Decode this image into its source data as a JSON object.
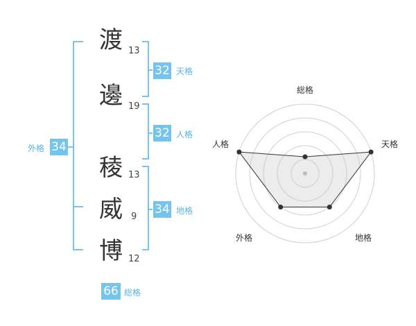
{
  "characters": [
    {
      "char": "渡",
      "strokes": "13"
    },
    {
      "char": "邊",
      "strokes": "19"
    },
    {
      "char": "稜",
      "strokes": "13"
    },
    {
      "char": "威",
      "strokes": "9"
    },
    {
      "char": "博",
      "strokes": "12"
    }
  ],
  "kakusu": {
    "tenkaku": {
      "value": "32",
      "label": "天格"
    },
    "jinkaku": {
      "value": "32",
      "label": "人格"
    },
    "chikaku": {
      "value": "34",
      "label": "地格"
    },
    "gaikaku": {
      "value": "34",
      "label": "外格"
    },
    "soukaku": {
      "value": "66",
      "label": "総格"
    }
  },
  "radar": {
    "axes": [
      "総格",
      "天格",
      "地格",
      "外格",
      "人格"
    ],
    "values": [
      0.24,
      1.0,
      0.6,
      0.6,
      1.0
    ],
    "accent": "#74c4ee"
  }
}
